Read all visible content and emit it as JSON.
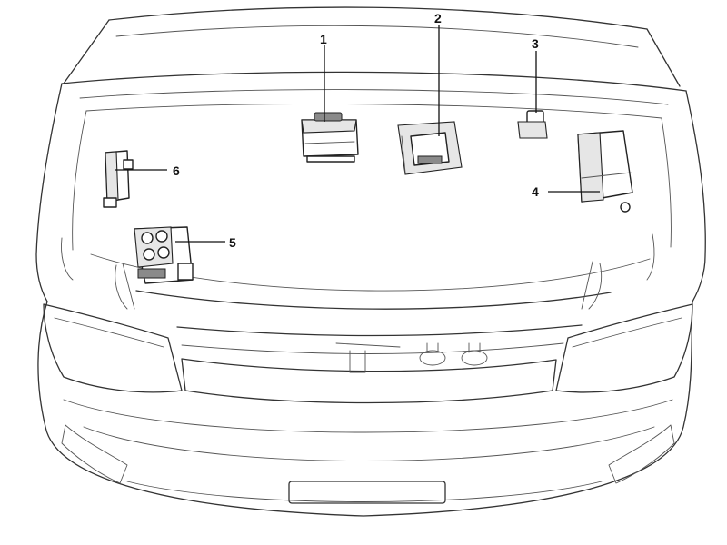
{
  "labels": {
    "component_1": "1",
    "component_2": "2",
    "component_3": "3",
    "component_4": "4",
    "component_5": "5",
    "component_6": "6"
  },
  "colors": {
    "line": "#333333",
    "background": "#ffffff"
  }
}
